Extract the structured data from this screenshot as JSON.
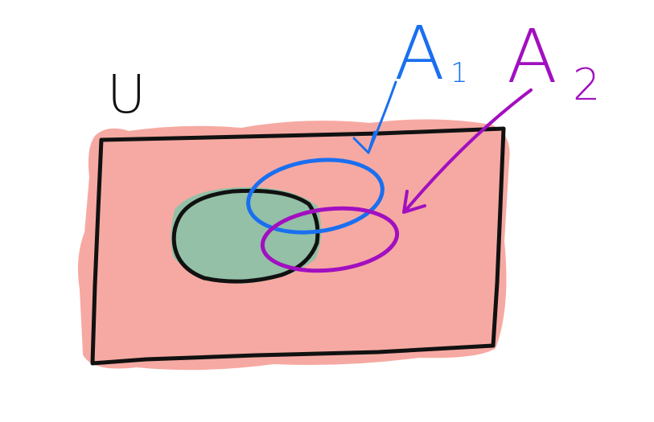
{
  "labels": {
    "universe": "U",
    "set_a1": "A",
    "set_a1_sub": "1",
    "set_a2": "A",
    "set_a2_sub": "2"
  },
  "colors": {
    "universe_fill": "#f6a9a2",
    "complement_fill": "#93c0a7",
    "outline": "#111111",
    "a1_color": "#1a6ff0",
    "a2_color": "#a20fc0"
  }
}
